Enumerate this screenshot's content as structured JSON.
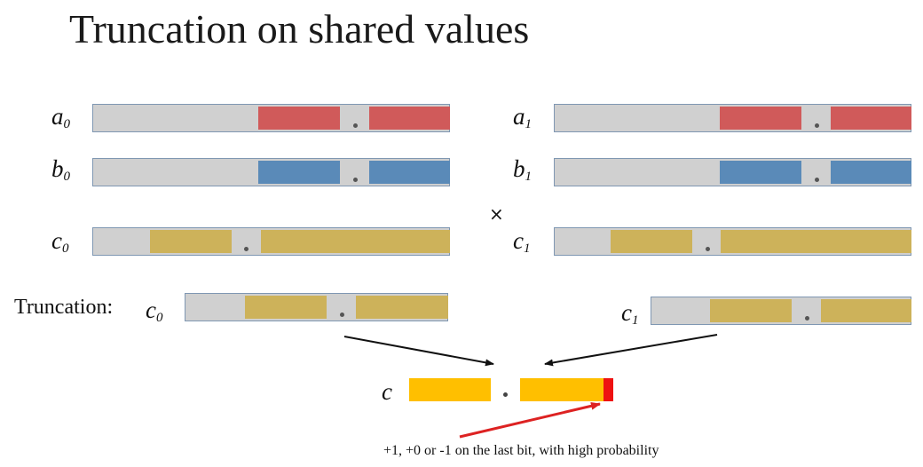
{
  "title": "Truncation on shared values",
  "labels": {
    "a0": {
      "base": "a",
      "sub": "0"
    },
    "a1": {
      "base": "a",
      "sub": "1"
    },
    "b0": {
      "base": "b",
      "sub": "0"
    },
    "b1": {
      "base": "b",
      "sub": "1"
    },
    "c0": {
      "base": "c",
      "sub": "0"
    },
    "c1": {
      "base": "c",
      "sub": "1"
    },
    "tc0": {
      "base": "c",
      "sub": "0"
    },
    "tc1": {
      "base": "c",
      "sub": "1"
    },
    "c": "c"
  },
  "truncation_label": "Truncation:",
  "times_symbol": "×",
  "decimal_point": ".",
  "annotation": "+1, +0 or -1 on the last bit, with high probability",
  "colors": {
    "share_a": "#d05a5a",
    "share_b": "#5a8ab8",
    "share_c": "#cdb25a",
    "result": "#ffbf00",
    "error_bit": "#ee1111",
    "bar_background": "#d0d0d0",
    "bar_border": "#7f97b2"
  }
}
